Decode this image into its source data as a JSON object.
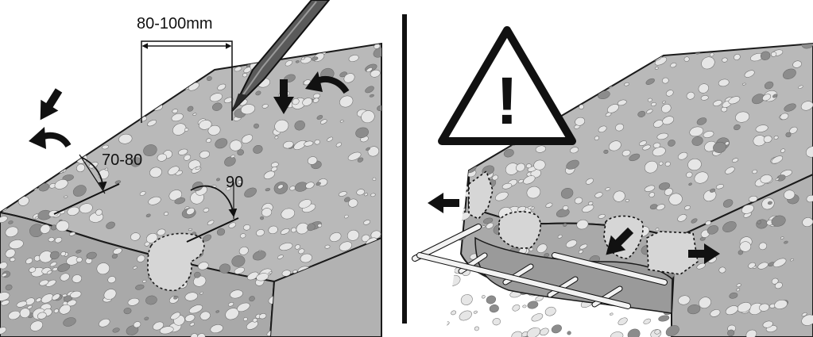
{
  "left_panel": {
    "dim_spacing": "80-100mm",
    "angle_wrong": "70-80",
    "angle_right": "90"
  },
  "right_panel": {
    "warning_symbol": "!"
  },
  "colors": {
    "concrete": "#b9b9b9",
    "concrete_side": "#a9a9a9",
    "stone": "#e6e6e6",
    "stone_dark": "#8c8c8c",
    "outline": "#1a1a1a",
    "spall": "#cfcfcf",
    "rebar": "#f2f2f2"
  },
  "icons": [
    "chisel-icon",
    "arrow-down-icon",
    "curved-arrow-icon",
    "warning-triangle-icon",
    "arrow-left-icon",
    "arrow-right-icon"
  ]
}
